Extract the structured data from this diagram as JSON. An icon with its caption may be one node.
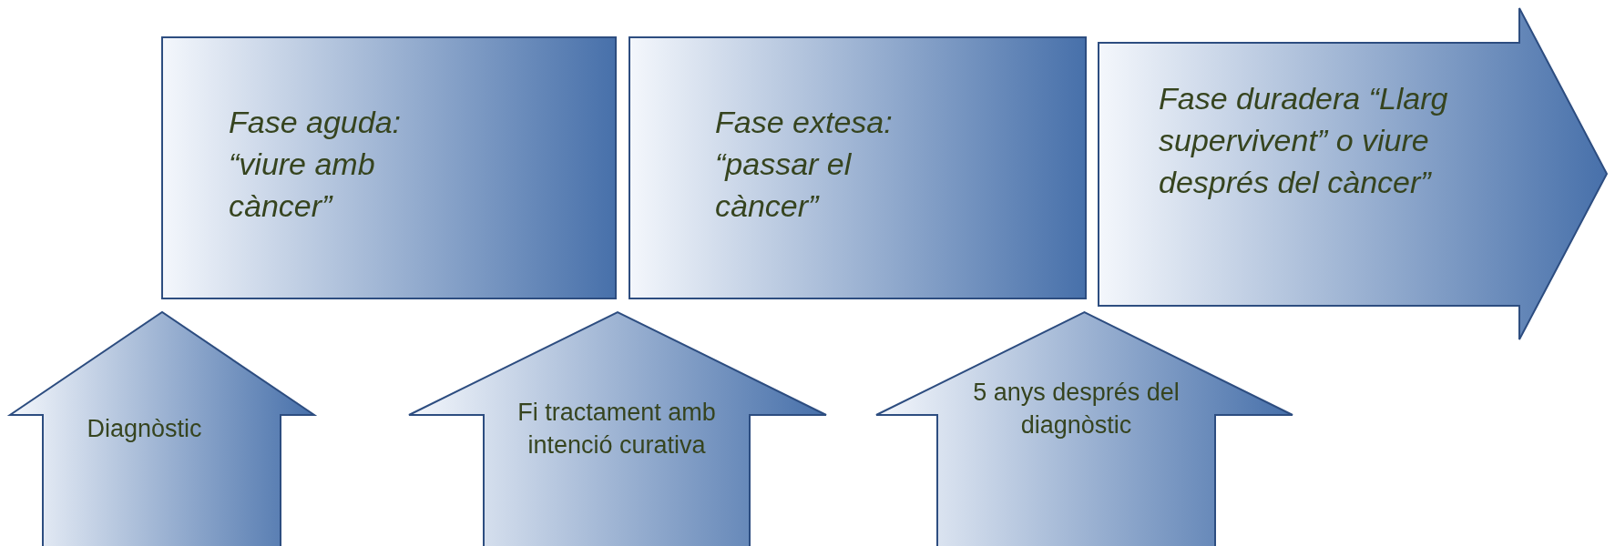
{
  "diagram": {
    "nodes": [
      {
        "text": [
          "Fase aguda: “viure amb càncer”"
        ]
      },
      {
        "text": [
          "Fase extesa: “passar el càncer”"
        ]
      },
      {
        "text": [
          "Fase duradera “Llarg supervivent” o viure després del càncer”"
        ]
      },
      {
        "text": [
          "Diagnòstic"
        ]
      },
      {
        "text": [
          "Fi tractament amb intenció curativa"
        ]
      },
      {
        "text": [
          "5 anys després del diagnòstic"
        ]
      }
    ]
  }
}
